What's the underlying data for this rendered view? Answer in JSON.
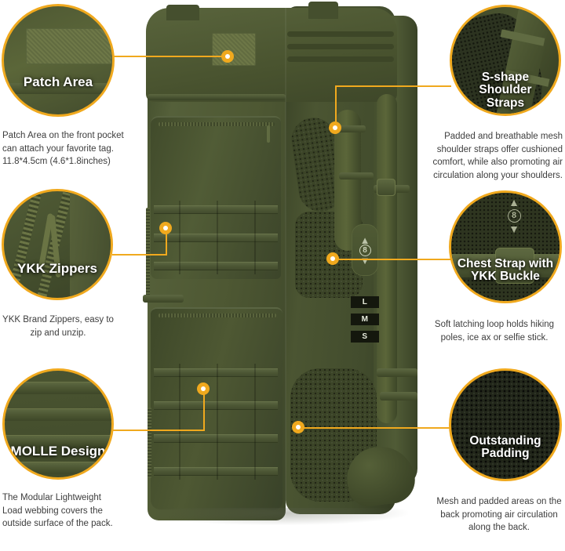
{
  "meta": {
    "accent_color": "#F0A91E",
    "title_color": "#FFFFFF",
    "body_text_color": "#3D3D3D",
    "background": "#FFFFFF"
  },
  "product": {
    "name": "tactical-military-backpack",
    "color": "Army Green",
    "size_tags": [
      "L",
      "M",
      "S"
    ],
    "adjuster_label": "8"
  },
  "callouts": [
    {
      "id": "patch-area",
      "title": "Patch Area",
      "description": "Patch Area on the front pocket can attach your favorite tag. 11.8*4.5cm (4.6*1.8inches)",
      "align": "left",
      "position": "top-left"
    },
    {
      "id": "s-shape-shoulder-straps",
      "title": "S-shape Shoulder Straps",
      "description": "Padded and breathable mesh shoulder straps offer cushioned comfort, while also promoting air circulation along your shoulders.",
      "align": "right",
      "position": "top-right"
    },
    {
      "id": "ykk-zippers",
      "title": "YKK Zippers",
      "description": "YKK Brand Zippers, easy to zip and unzip.",
      "align": "center",
      "position": "middle-left"
    },
    {
      "id": "chest-strap-with-ykk-buckle",
      "title": "Chest Strap with YKK Buckle",
      "description": "Soft latching loop holds hiking poles, ice ax or selfie stick.",
      "align": "center",
      "position": "middle-right"
    },
    {
      "id": "molle-design",
      "title": "MOLLE Design",
      "description": "The Modular Lightweight Load webbing covers the outside surface of the pack.",
      "align": "left",
      "position": "bottom-left"
    },
    {
      "id": "outstanding-padding",
      "title": "Outstanding Padding",
      "description": "Mesh and padded areas on the back promoting air circulation along the back.",
      "align": "center",
      "position": "bottom-right"
    }
  ]
}
